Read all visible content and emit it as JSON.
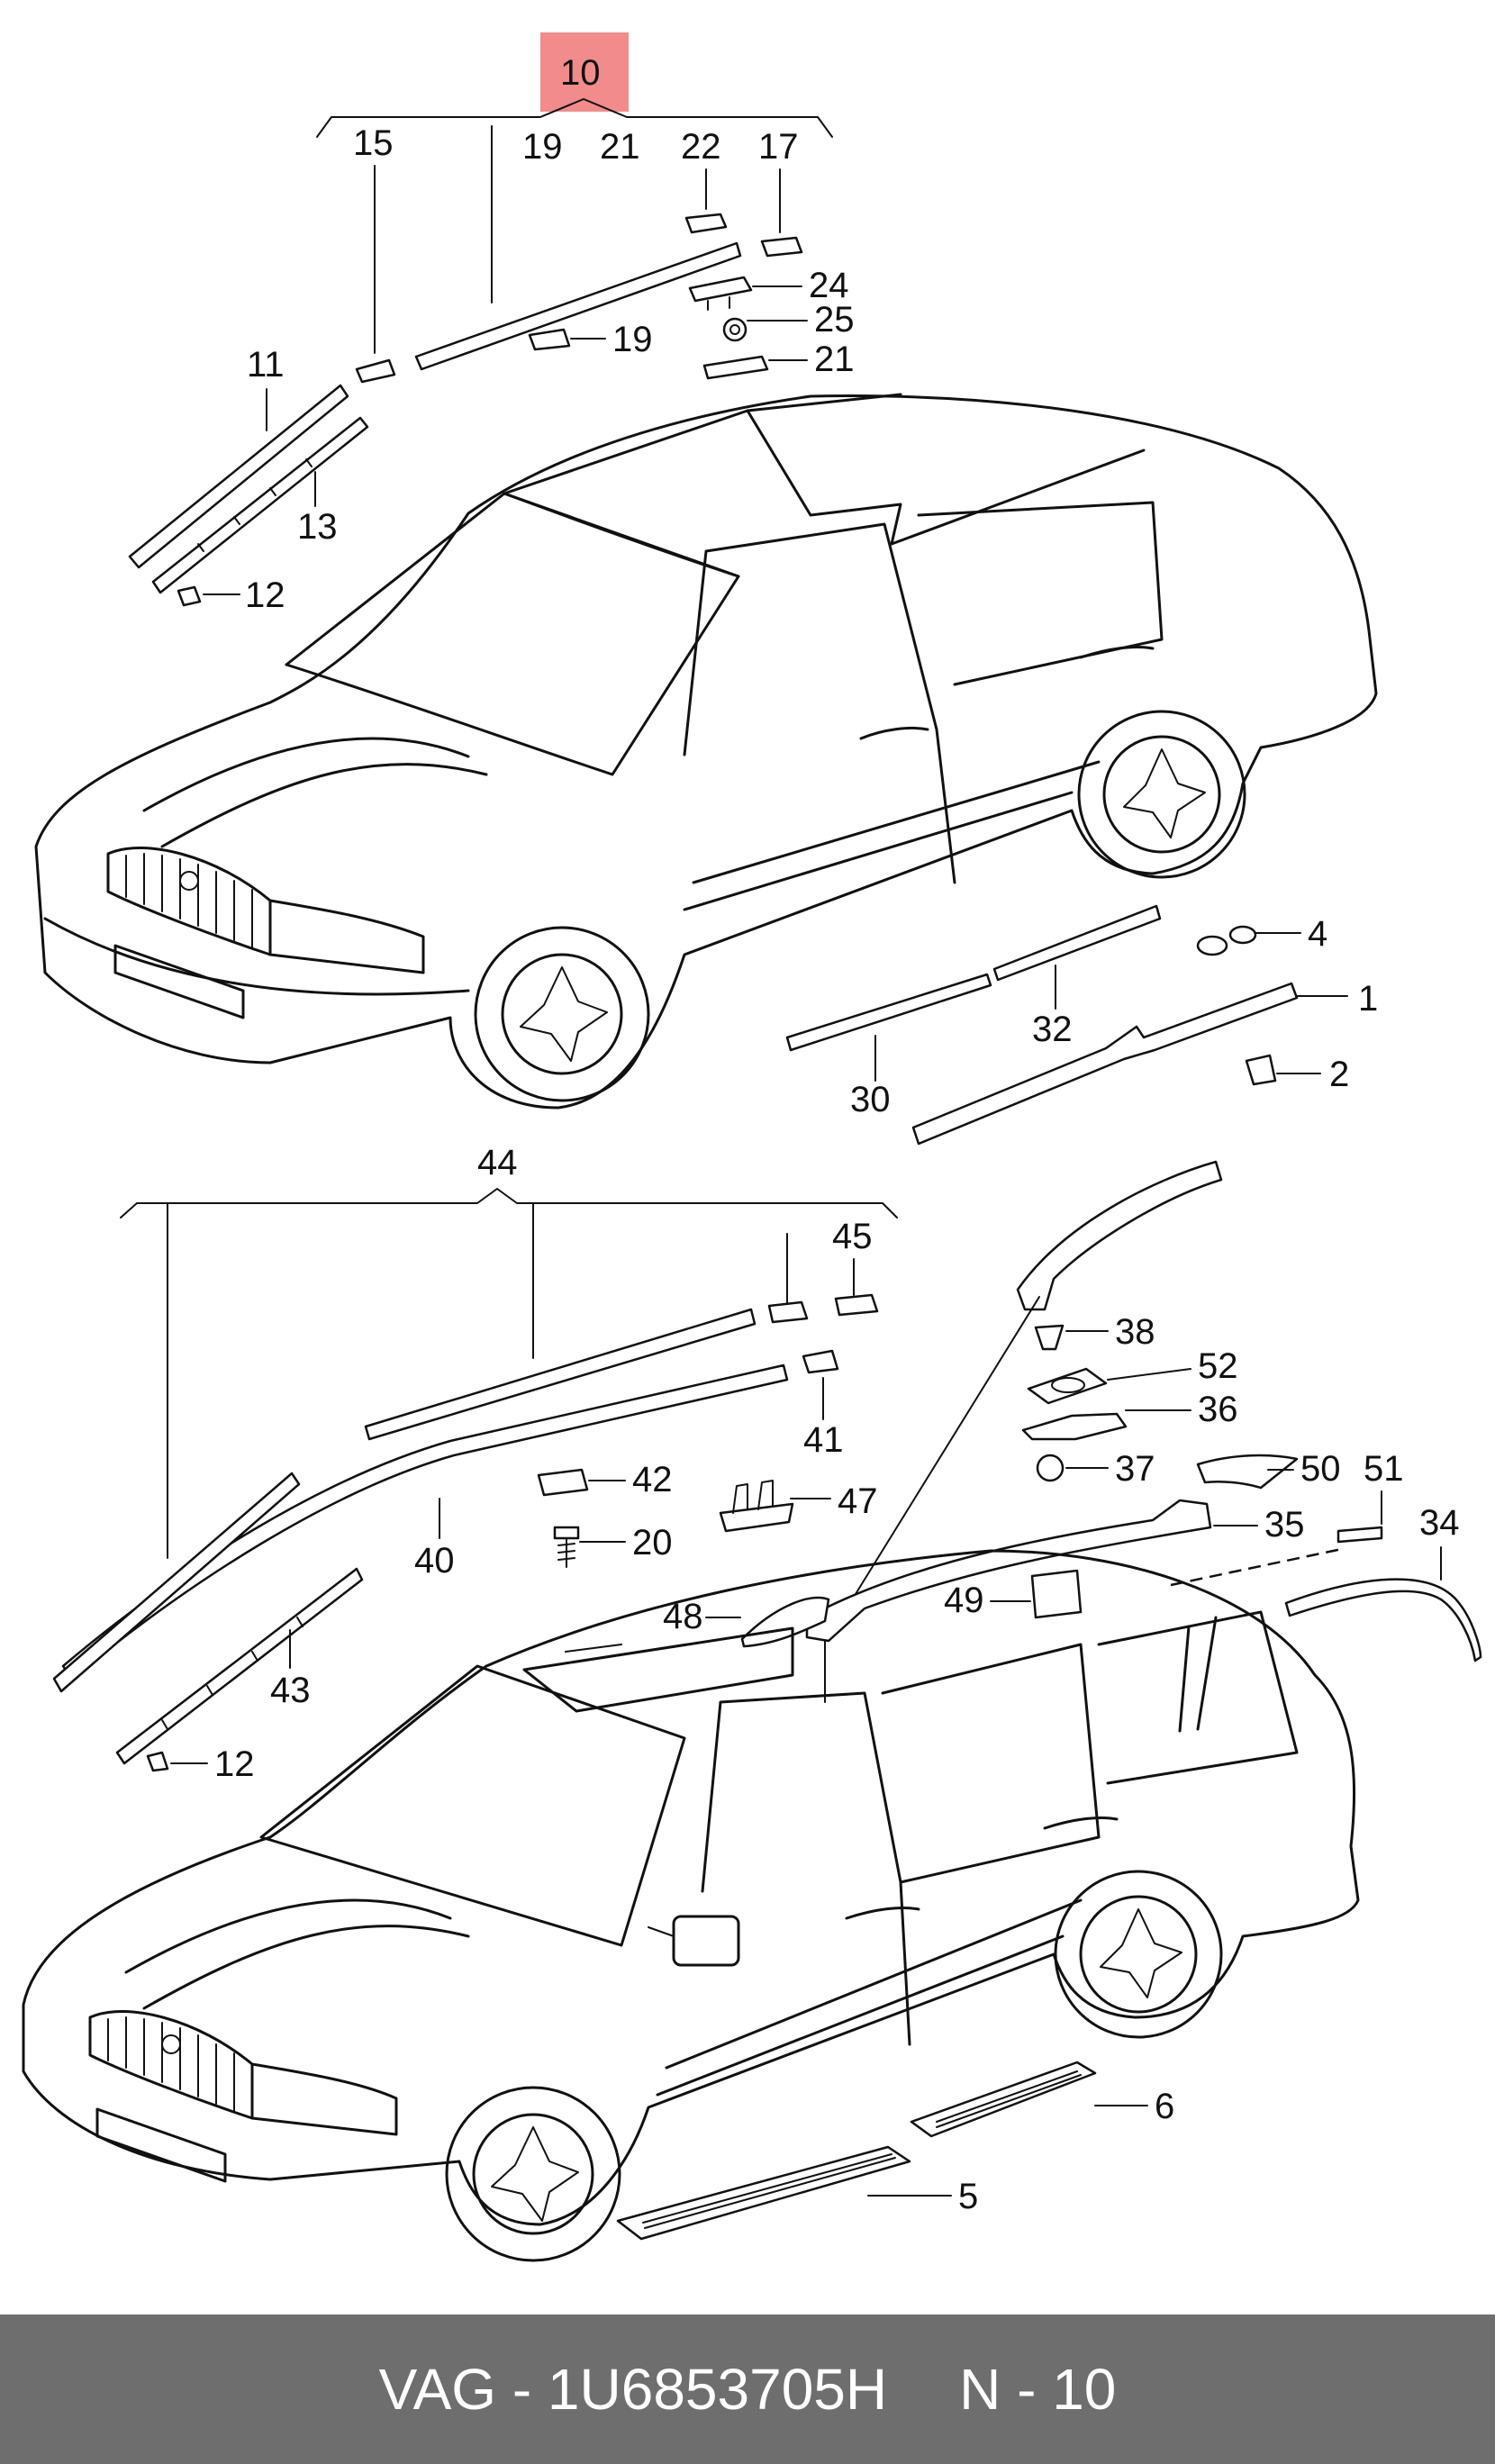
{
  "diagram": {
    "highlight_color": "#f28c8c",
    "highlighted_label": "10",
    "callouts": [
      "15",
      "19",
      "21",
      "22",
      "17",
      "24",
      "25",
      "21",
      "19",
      "11",
      "13",
      "12",
      "4",
      "1",
      "2",
      "32",
      "30",
      "44",
      "45",
      "41",
      "42",
      "20",
      "40",
      "43",
      "12",
      "47",
      "38",
      "52",
      "36",
      "37",
      "50",
      "51",
      "34",
      "35",
      "49",
      "48",
      "6",
      "5"
    ]
  },
  "footer": {
    "brand": "VAG",
    "part_number": "1U6853705H",
    "page": "N - 10",
    "background": "#6e6e6e"
  }
}
